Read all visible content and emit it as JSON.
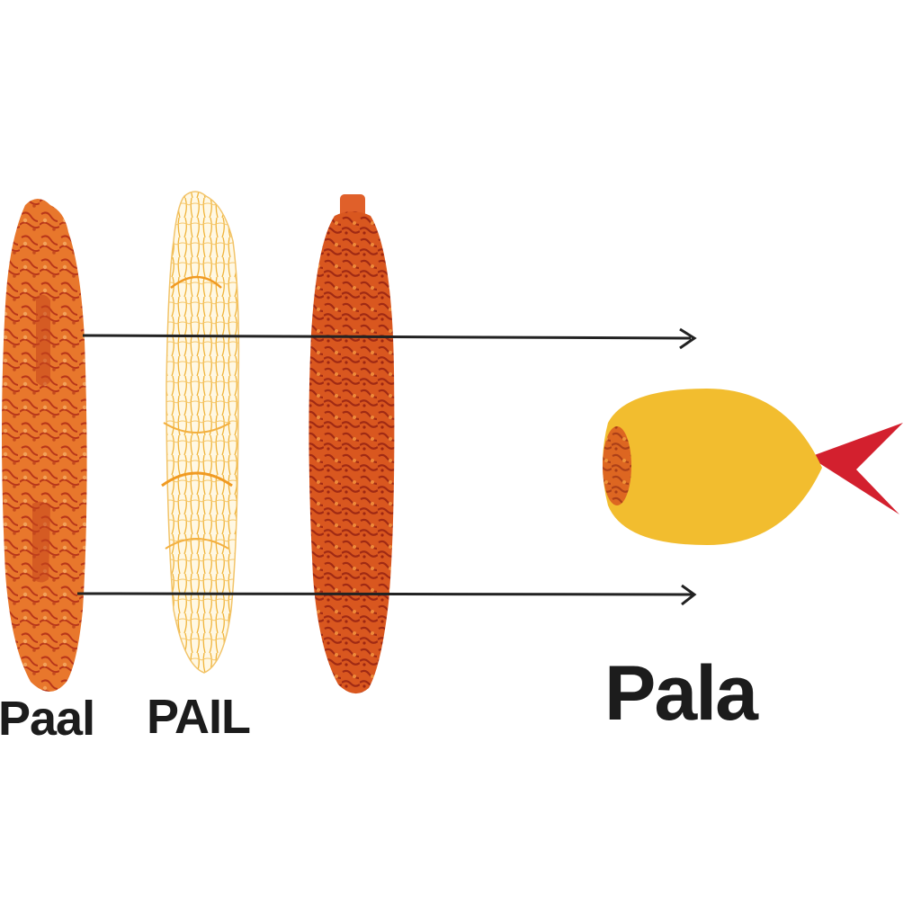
{
  "labels": {
    "first": "Paal",
    "second": "PAIL",
    "third": "Pala"
  },
  "colors": {
    "orange_column": "#e87a2c",
    "orange_dark": "#c2441c",
    "pale_column": "#f4b43c",
    "fish_body": "#f2bc2e",
    "fish_tail": "#d0202c",
    "arrow": "#222222",
    "background": "#ffffff"
  }
}
